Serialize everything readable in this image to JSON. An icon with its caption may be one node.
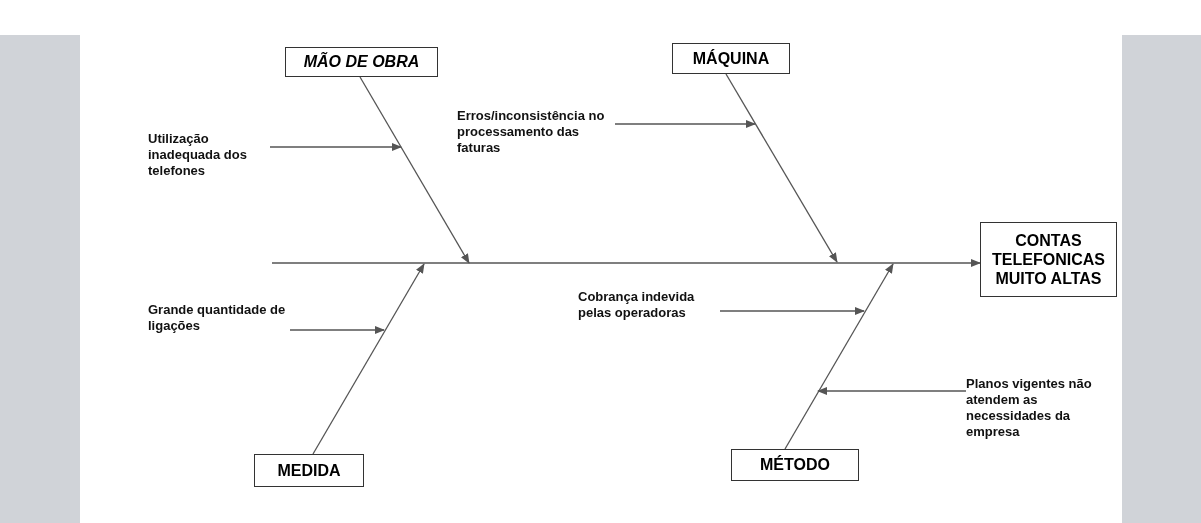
{
  "diagram": {
    "nodes": [
      {
        "text": [
          "MÃO DE OBRA"
        ]
      },
      {
        "text": [
          "MÁQUINA"
        ]
      },
      {
        "text": [
          "CONTAS TELEFONICAS MUITO ALTAS"
        ]
      },
      {
        "text": [
          "MEDIDA"
        ]
      },
      {
        "text": [
          "MÉTODO"
        ]
      },
      {
        "text": [
          "Utilização inadequada dos telefones"
        ]
      },
      {
        "text": [
          "Erros/inconsistência no processamento das faturas"
        ]
      },
      {
        "text": [
          "Grande quantidade de ligações"
        ]
      },
      {
        "text": [
          "Cobrança indevida pelas operadoras"
        ]
      },
      {
        "text": [
          "Planos vigentes não atendem as necessidades da empresa"
        ]
      }
    ],
    "edges": [
      {
        "from": null,
        "to": 2,
        "arrow": "to"
      },
      {
        "from": 0,
        "to": null,
        "arrow": "to"
      },
      {
        "from": 1,
        "to": null,
        "arrow": "to"
      },
      {
        "from": 3,
        "to": null,
        "arrow": "to"
      },
      {
        "from": 4,
        "to": null,
        "arrow": "to"
      },
      {
        "from": 5,
        "to": null,
        "arrow": "to"
      },
      {
        "from": 6,
        "to": null,
        "arrow": "to"
      },
      {
        "from": 7,
        "to": null,
        "arrow": "to"
      },
      {
        "from": 8,
        "to": null,
        "arrow": "to"
      },
      {
        "from": 9,
        "to": null,
        "arrow": "to"
      }
    ]
  }
}
